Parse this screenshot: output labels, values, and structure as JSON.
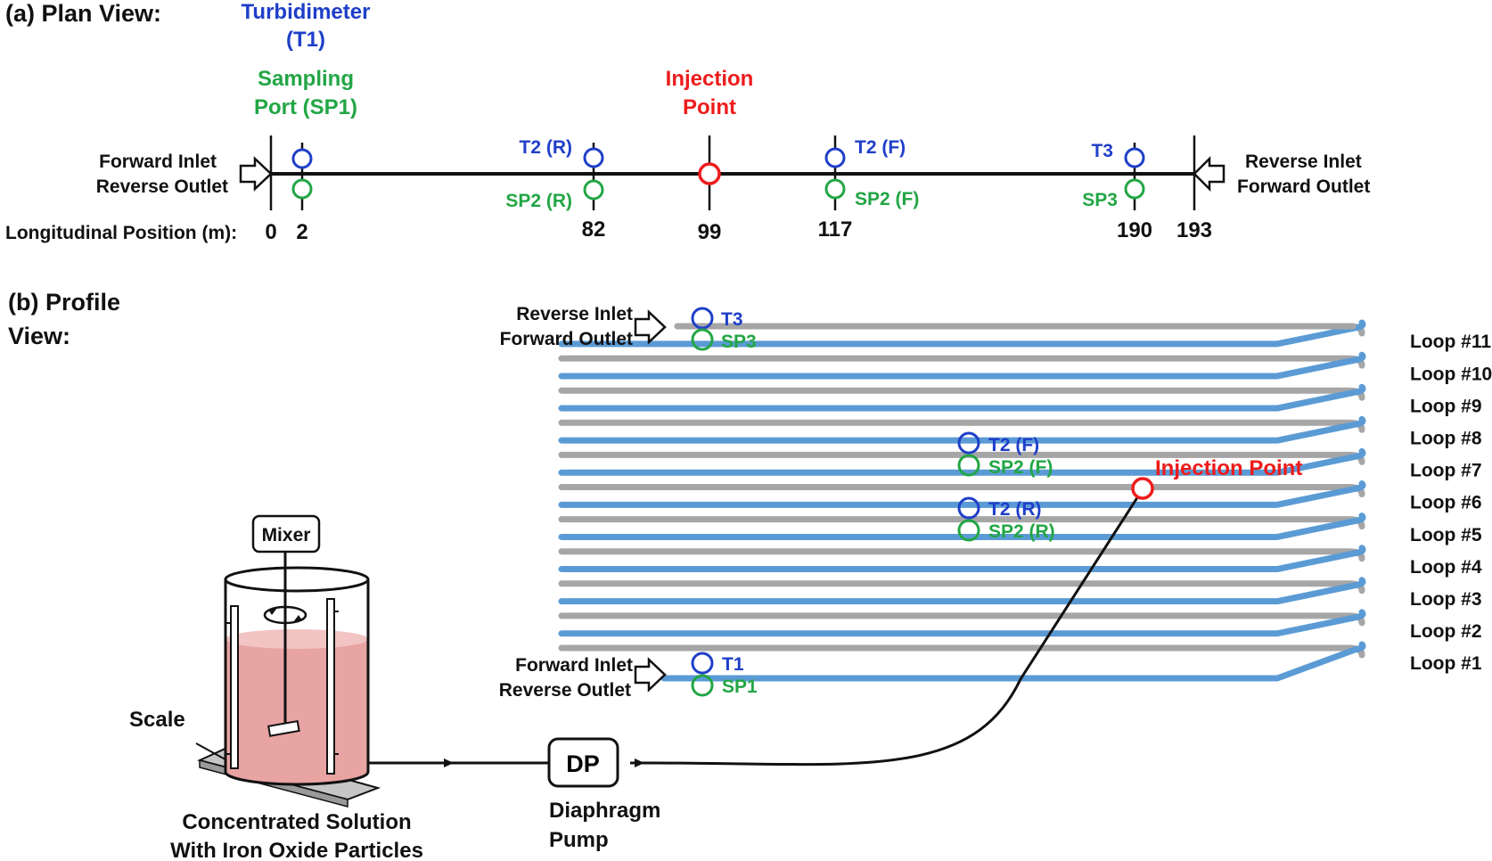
{
  "plan": {
    "title": "(a) Plan View:",
    "turbidimeter_line1": "Turbidimeter",
    "turbidimeter_line2": "(T1)",
    "sampling_line1": "Sampling",
    "sampling_line2": "Port (SP1)",
    "injection_line1": "Injection",
    "injection_line2": "Point",
    "left_line1": "Forward Inlet",
    "left_line2": "Reverse Outlet",
    "right_line1": "Reverse Inlet",
    "right_line2": "Forward Outlet",
    "t2r": "T2 (R)",
    "sp2r": "SP2 (R)",
    "t2f": "T2 (F)",
    "sp2f": "SP2 (F)",
    "t3": "T3",
    "sp3": "SP3",
    "position_label": "Longitudinal Position (m):",
    "positions": [
      "0",
      "2",
      "82",
      "99",
      "117",
      "190",
      "193"
    ]
  },
  "profile": {
    "title_line1": "(b) Profile",
    "title_line2": "View:",
    "top_inlet_line1": "Reverse Inlet",
    "top_inlet_line2": "Forward Outlet",
    "bottom_inlet_line1": "Forward Inlet",
    "bottom_inlet_line2": "Reverse Outlet",
    "t3": "T3",
    "sp3": "SP3",
    "t2f": "T2 (F)",
    "sp2f": "SP2 (F)",
    "t2r": "T2 (R)",
    "sp2r": "SP2 (R)",
    "t1": "T1",
    "sp1": "SP1",
    "injection": "Injection Point",
    "loops": [
      "Loop #11",
      "Loop #10",
      "Loop #9",
      "Loop #8",
      "Loop #7",
      "Loop #6",
      "Loop #5",
      "Loop #4",
      "Loop #3",
      "Loop #2",
      "Loop #1"
    ],
    "mixer": "Mixer",
    "scale": "Scale",
    "tank_line1": "Concentrated Solution",
    "tank_line2": "With Iron Oxide Particles",
    "pump_abbr": "DP",
    "pump_line1": "Diaphragm",
    "pump_line2": "Pump"
  },
  "colors": {
    "turbidimeter": "#1f3fc9",
    "sampling": "#22a645",
    "injection": "#ee1c1c",
    "pipe_front": "#5b9bd5",
    "pipe_back": "#a6a6a6",
    "solution": "#e8a3a3"
  }
}
